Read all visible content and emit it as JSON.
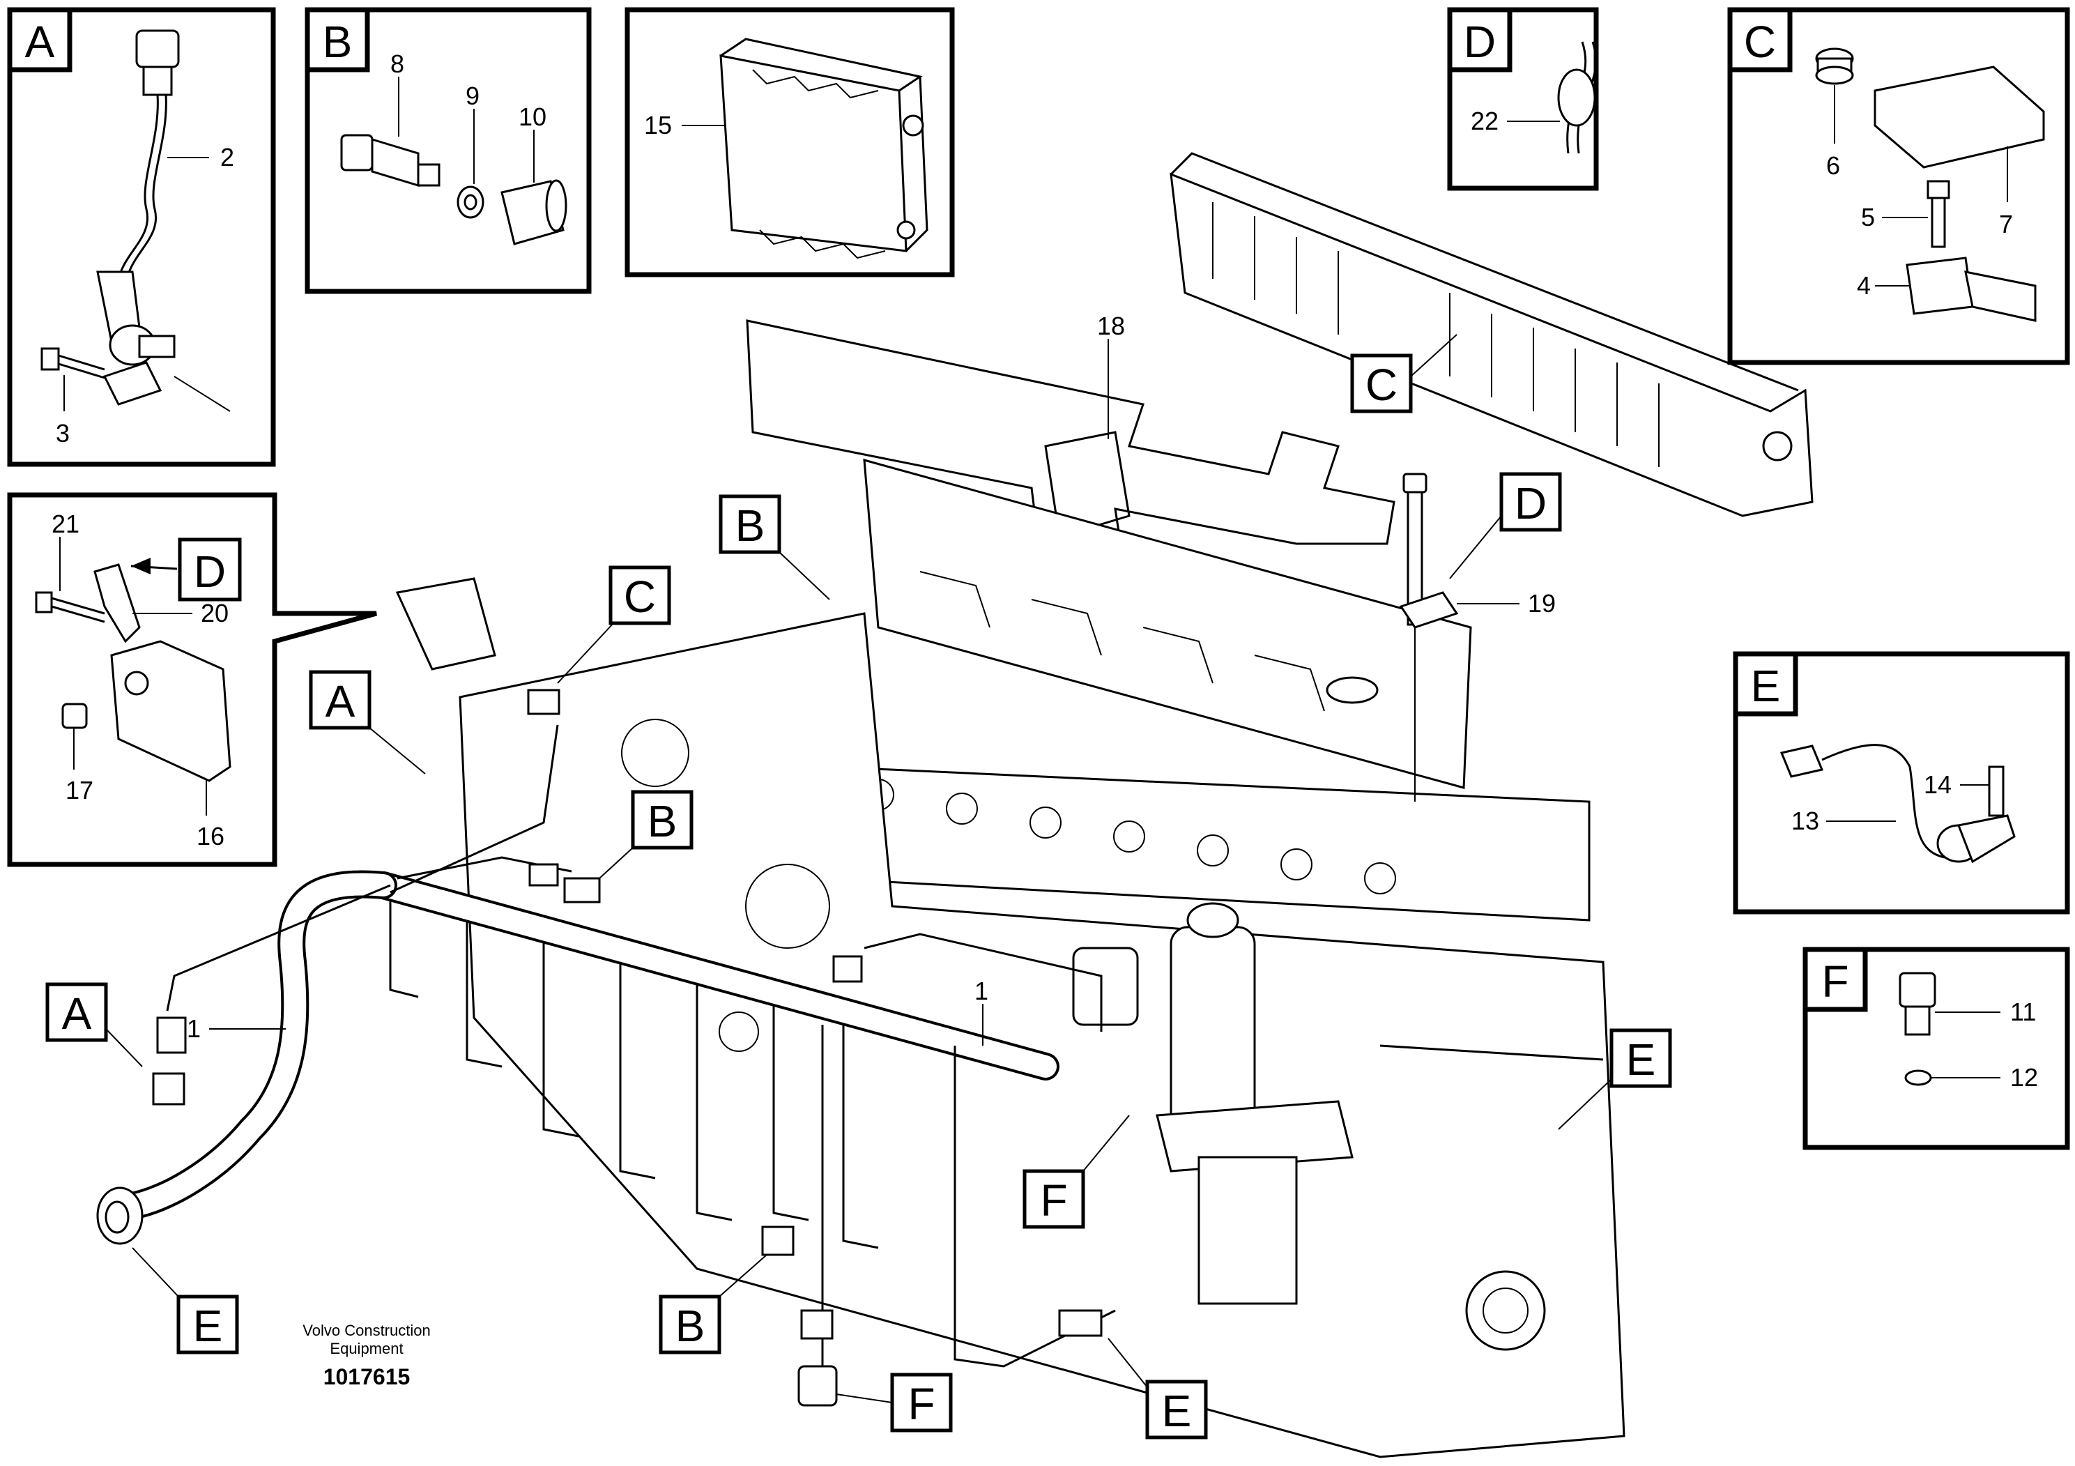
{
  "panels": {
    "a": {
      "letter": "A",
      "callouts": [
        "2",
        "3"
      ]
    },
    "b": {
      "letter": "B",
      "callouts": [
        "8",
        "9",
        "10"
      ]
    },
    "ecu": {
      "callouts": [
        "15"
      ]
    },
    "d": {
      "letter": "D",
      "callouts": [
        "22"
      ]
    },
    "c": {
      "letter": "C",
      "callouts": [
        "6",
        "7",
        "5",
        "4"
      ]
    },
    "bracket": {
      "letter": "D",
      "callouts": [
        "21",
        "20",
        "17",
        "16"
      ]
    },
    "e": {
      "letter": "E",
      "callouts": [
        "14",
        "13"
      ]
    },
    "f": {
      "letter": "F",
      "callouts": [
        "11",
        "12"
      ]
    }
  },
  "main": {
    "callouts": [
      "18",
      "19",
      "1",
      "1"
    ],
    "tags": [
      "C",
      "D",
      "B",
      "C",
      "A",
      "B",
      "A",
      "E",
      "F",
      "E",
      "B",
      "F",
      "E"
    ]
  },
  "footer": {
    "maker_line1": "Volvo Construction",
    "maker_line2": "Equipment",
    "drawing_number": "1017615"
  }
}
